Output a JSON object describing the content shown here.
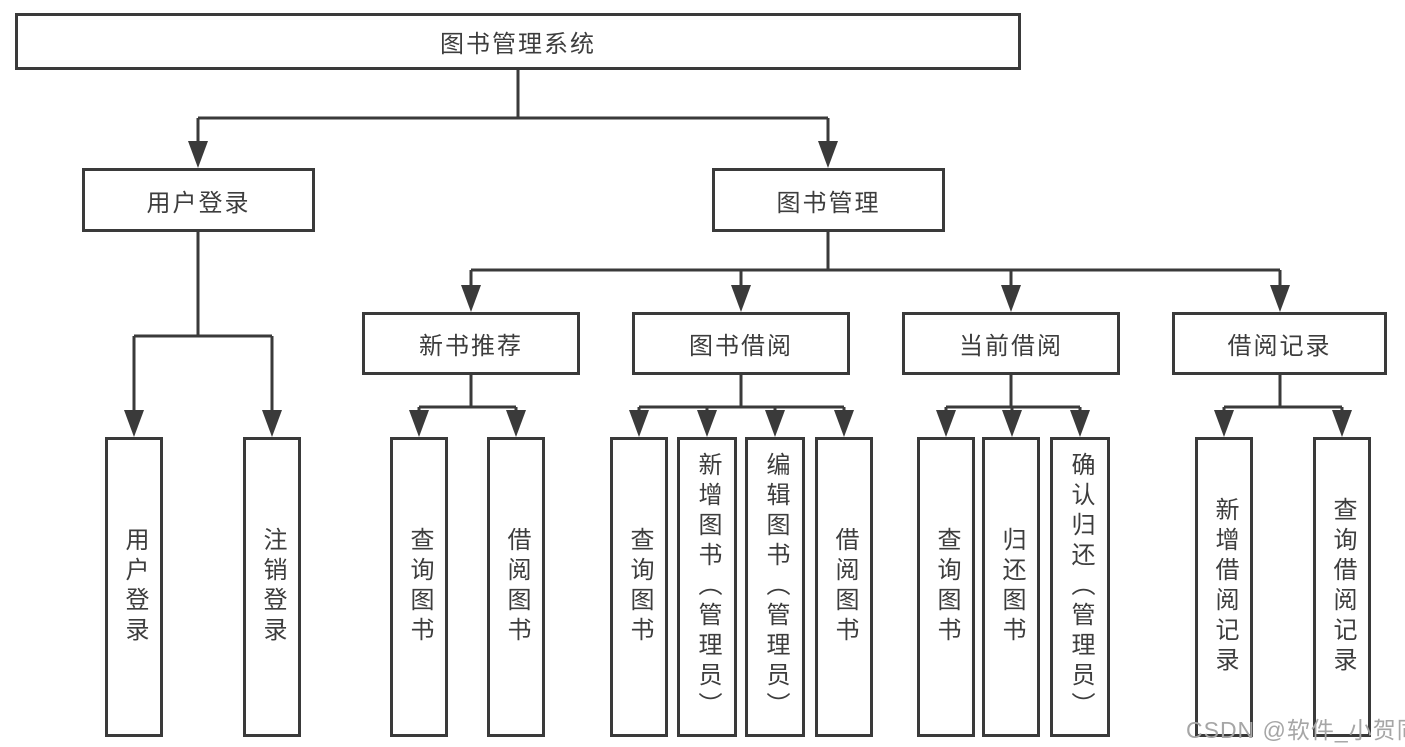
{
  "nodes": {
    "root": "图书管理系统",
    "user_login": "用户登录",
    "book_mgmt": "图书管理",
    "new_books": "新书推荐",
    "book_borrow": "图书借阅",
    "current_borrow": "当前借阅",
    "borrow_records": "借阅记录",
    "leaf_user_login": "用户登录",
    "leaf_logout": "注销登录",
    "leaf_nb_query_books": "查询图书",
    "leaf_nb_borrow_books": "借阅图书",
    "leaf_bb_query_books": "查询图书",
    "leaf_bb_add_books": "新增图书（管理员）",
    "leaf_bb_edit_books": "编辑图书（管理员）",
    "leaf_bb_borrow_books": "借阅图书",
    "leaf_cb_query_books": "查询图书",
    "leaf_cb_return_books": "归还图书",
    "leaf_cb_confirm_return": "确认归还（管理员）",
    "leaf_br_add_record": "新增借阅记录",
    "leaf_br_query_record": "查询借阅记录"
  },
  "watermark": "CSDN @软件_小贺同学",
  "colors": {
    "line": "#3a3a3a",
    "text": "#3d3d3d",
    "watermark": "#a6a6a6",
    "background": "#ffffff"
  }
}
